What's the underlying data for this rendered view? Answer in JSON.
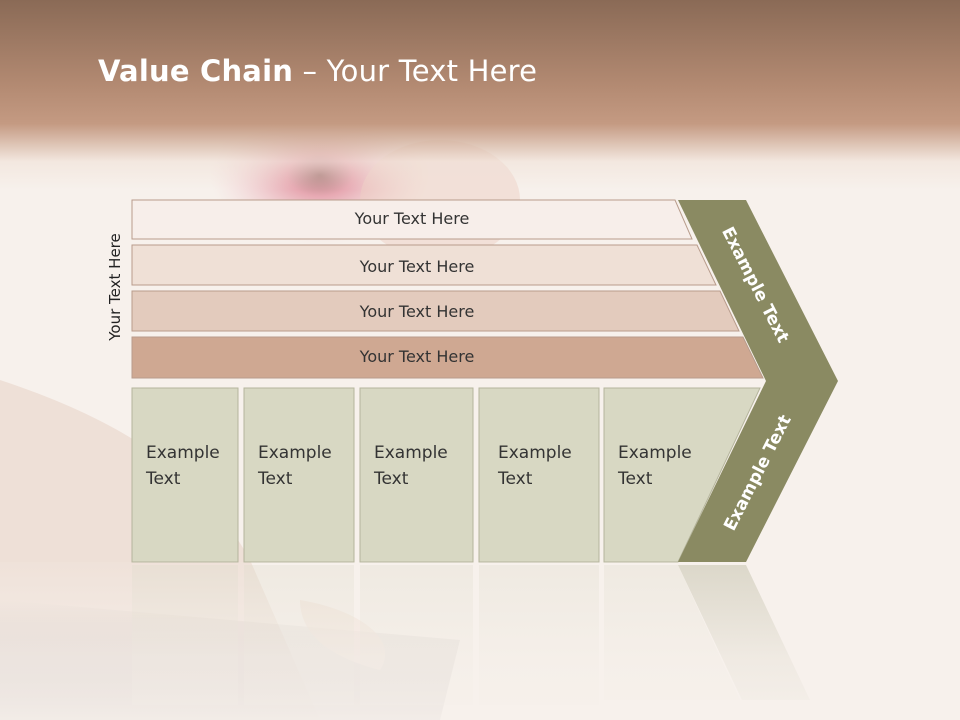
{
  "slide": {
    "title_bold": "Value Chain",
    "title_rest": " – Your Text Here",
    "vertical_label": "Your Text Here"
  },
  "rows": [
    {
      "label": "Your Text Here",
      "fill": "#f7eeea"
    },
    {
      "label": "Your Text Here",
      "fill": "#efe0d6"
    },
    {
      "label": "Your Text Here",
      "fill": "#e3cbbd"
    },
    {
      "label": "Your Text Here",
      "fill": "#cfa892"
    }
  ],
  "cells": [
    {
      "line1": "Example",
      "line2": "Text"
    },
    {
      "line1": "Example",
      "line2": "Text"
    },
    {
      "line1": "Example",
      "line2": "Text"
    },
    {
      "line1": "Example",
      "line2": "Text"
    },
    {
      "line1": "Example",
      "line2": "Text"
    }
  ],
  "chevron": {
    "upper_text": "Example Text",
    "lower_text": "Example Text"
  },
  "colors": {
    "chevron": "#8a8a62",
    "cell_fill": "#d8d8c3",
    "cell_border": "#b5b59c",
    "row_border": "#b89c8c"
  }
}
